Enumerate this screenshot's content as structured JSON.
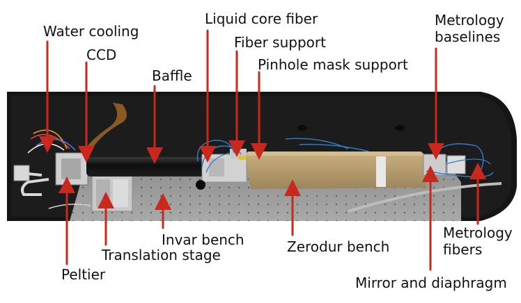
{
  "labels": {
    "water_cooling": "Water cooling",
    "ccd": "CCD",
    "baffle": "Baffle",
    "liquid_core_fiber": "Liquid core fiber",
    "fiber_support": "Fiber support",
    "pinhole_mask_support": "Pinhole mask support",
    "metrology_baselines_line1": "Metrology",
    "metrology_baselines_line2": "baselines",
    "invar_bench": "Invar bench",
    "translation_stage": "Translation stage",
    "peltier": "Peltier",
    "zerodur_bench": "Zerodur bench",
    "metrology_fibers_line1": "Metrology",
    "metrology_fibers_line2": "fibers",
    "mirror_and_diaphragm": "Mirror and diaphragm"
  },
  "colors": {
    "arrow": "#c8291c",
    "enclosure": "#151515",
    "bench": "#9c9c9c",
    "zerodur": "#b29a6e",
    "fiber_blue": "#2f7fd1",
    "label_text": "#111111"
  }
}
